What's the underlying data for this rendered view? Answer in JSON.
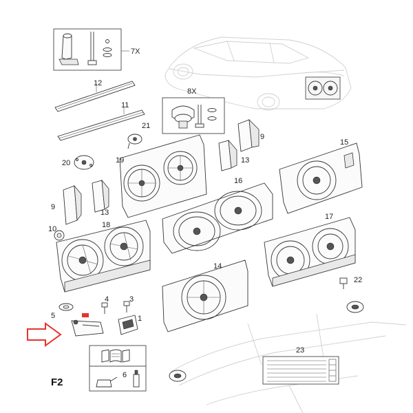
{
  "figure_label": "F2",
  "callouts": {
    "c1": "1",
    "c3": "3",
    "c4": "4",
    "c5": "5",
    "c6": "6",
    "c7x": "7X",
    "c8x": "8X",
    "c9a": "9",
    "c9b": "9",
    "c10": "10",
    "c11": "11",
    "c12": "12",
    "c13a": "13",
    "c13b": "13",
    "c14": "14",
    "c15": "15",
    "c16": "16",
    "c17": "17",
    "c18": "18",
    "c19": "19",
    "c20": "20",
    "c21": "21",
    "c22": "22",
    "c23": "23"
  },
  "colors": {
    "highlight": "#e8322d",
    "line": "#333333",
    "ghost": "#cfcfcf"
  },
  "icons": [
    "service-manual-icon",
    "oil-can-icon",
    "spray-bottle-icon",
    "pointer-arrow-icon"
  ]
}
